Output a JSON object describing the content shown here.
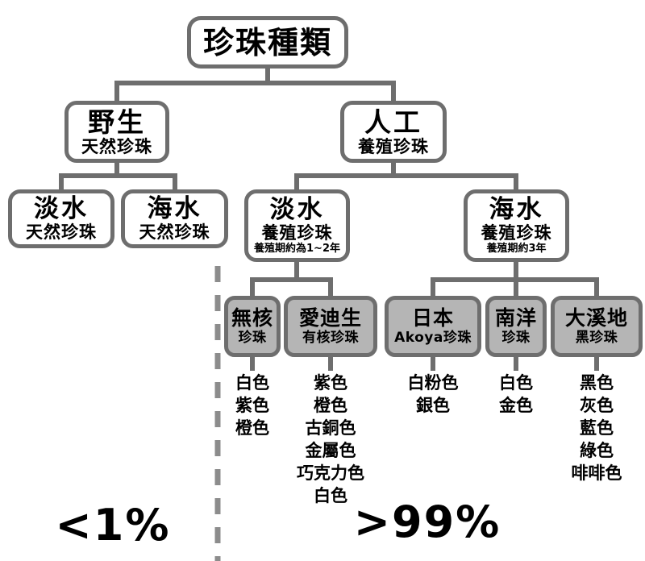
{
  "diagram_title": "珍珠種類",
  "nodes": {
    "root": {
      "label": "珍珠種類"
    },
    "wild": {
      "label": "野生",
      "sublabel": "天然珍珠"
    },
    "artificial": {
      "label": "人工",
      "sublabel": "養殖珍珠"
    },
    "wild_freshwater": {
      "label": "淡水",
      "sublabel": "天然珍珠"
    },
    "wild_seawater": {
      "label": "海水",
      "sublabel": "天然珍珠"
    },
    "cultured_freshwater": {
      "label": "淡水",
      "sublabel": "養殖珍珠",
      "note": "養殖期約為1~2年"
    },
    "cultured_seawater": {
      "label": "海水",
      "sublabel": "養殖珍珠",
      "note": "養殖期約3年"
    },
    "non_nucleated": {
      "label": "無核",
      "sublabel": "珍珠",
      "colors": [
        "白色",
        "紫色",
        "橙色"
      ]
    },
    "edison": {
      "label": "愛迪生",
      "sublabel": "有核珍珠",
      "colors": [
        "紫色",
        "橙色",
        "古銅色",
        "金屬色",
        "巧克力色",
        "白色"
      ]
    },
    "japan_akoya": {
      "label": "日本",
      "sublabel": "Akoya珍珠",
      "colors": [
        "白粉色",
        "銀色"
      ]
    },
    "south_sea": {
      "label": "南洋",
      "sublabel": "珍珠",
      "colors": [
        "白色",
        "金色"
      ]
    },
    "tahitian": {
      "label": "大溪地",
      "sublabel": "黑珍珠",
      "colors": [
        "黑色",
        "灰色",
        "藍色",
        "綠色",
        "啡啡色"
      ]
    }
  },
  "footer": {
    "wild_share": "<1%",
    "cultured_share": ">99%"
  },
  "palette": {
    "background": "#ffffff",
    "box_border": "#6e6e6e",
    "box_fill_white": "#ffffff",
    "box_fill_gray": "#b5b5b5",
    "connector": "#6e6e6e",
    "divider_dash": "#8c8c8c",
    "text": "#000000"
  }
}
